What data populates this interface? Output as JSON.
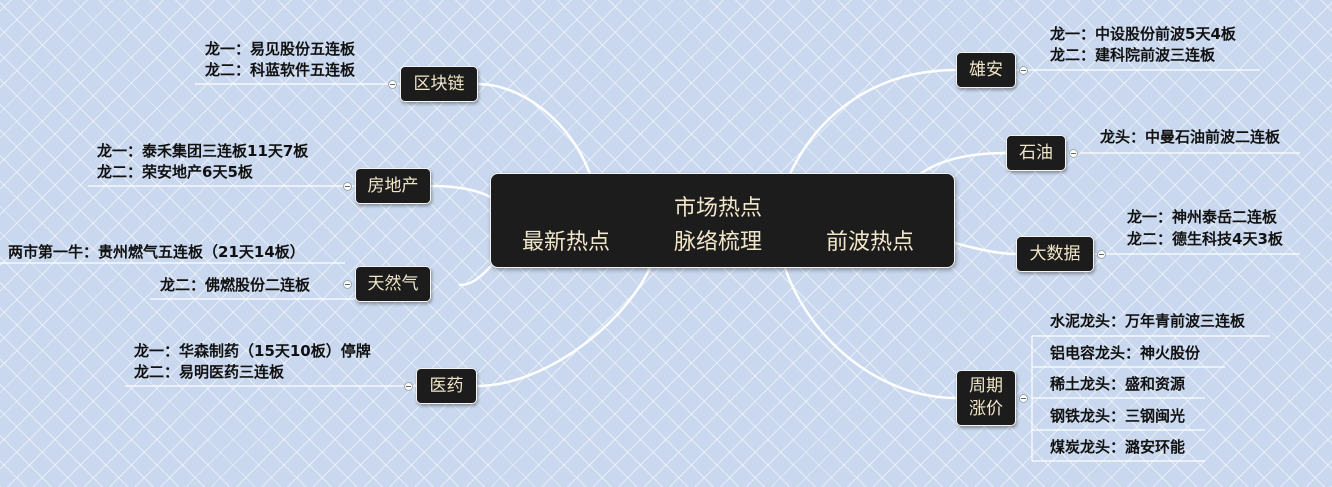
{
  "center": {
    "title_line1": "市场热点",
    "title_line2": "脉络梳理",
    "left_label": "最新热点",
    "right_label": "前波热点"
  },
  "left_branches": [
    {
      "label": "区块链",
      "lines": [
        "龙一：易见股份五连板",
        "龙二：科蓝软件五连板"
      ]
    },
    {
      "label": "房地产",
      "lines": [
        "龙一：泰禾集团三连板11天7板",
        "龙二：荣安地产6天5板"
      ]
    },
    {
      "label": "天然气",
      "lines": [
        "两市第一牛：贵州燃气五连板（21天14板）",
        "龙二：佛燃股份二连板"
      ]
    },
    {
      "label": "医药",
      "lines": [
        "龙一：华森制药（15天10板）停牌",
        "龙二：易明医药三连板"
      ]
    }
  ],
  "right_branches": [
    {
      "label": "雄安",
      "lines": [
        "龙一：中设股份前波5天4板",
        "龙二：建科院前波三连板"
      ]
    },
    {
      "label": "石油",
      "lines": [
        "龙头：中曼石油前波二连板"
      ]
    },
    {
      "label": "大数据",
      "lines": [
        "龙一：神州泰岳二连板",
        "龙二：德生科技4天3板"
      ]
    },
    {
      "label": "周期\n涨价",
      "items": [
        "水泥龙头：万年青前波三连板",
        "铝电容龙头：神火股份",
        "稀土龙头：盛和资源",
        "钢铁龙头：三钢闽光",
        "煤炭龙头：潞安环能"
      ]
    }
  ],
  "colors": {
    "node_bg": "#1c1c1c",
    "node_text": "#f1e6c9",
    "link": "#ffffff",
    "background": "#c9d8ee"
  }
}
